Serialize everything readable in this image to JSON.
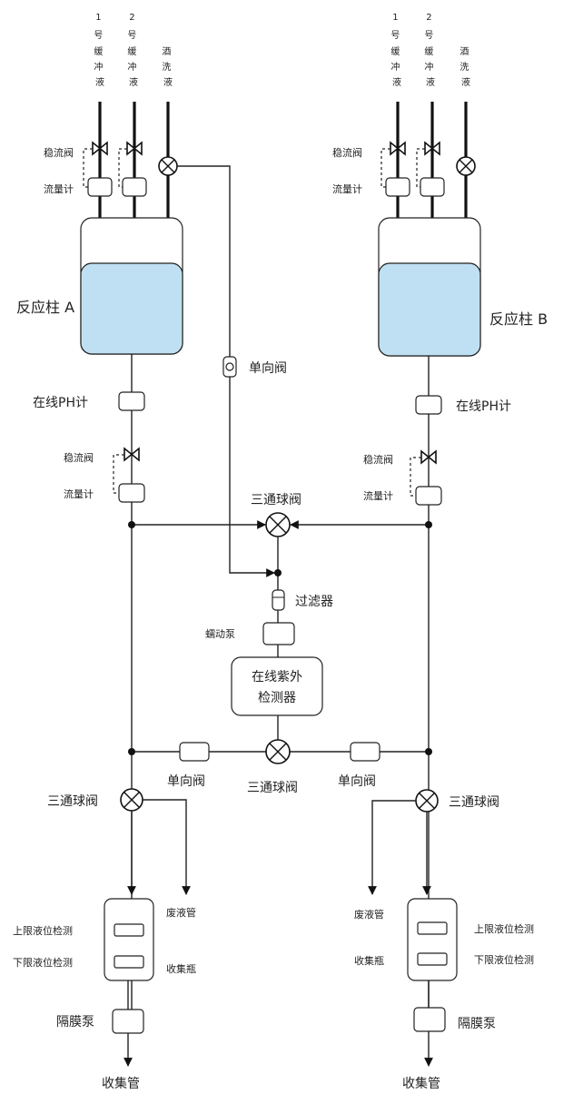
{
  "reactor_a": {
    "inlets": [
      {
        "chars": [
          "1",
          "号",
          "缓",
          "冲",
          "液"
        ]
      },
      {
        "chars": [
          "2",
          "号",
          "缓",
          "冲",
          "液"
        ]
      },
      {
        "chars": [
          "酒",
          "洗",
          "液"
        ]
      }
    ],
    "stabilizer_label": "稳流阀",
    "flowmeter_label": "流量计",
    "column_label": "反应柱 A",
    "ph_label": "在线PH计",
    "stabilizer2_label": "稳流阀",
    "flowmeter2_label": "流量计",
    "bottom_valve_label": "三通球阀",
    "waste_label": "废液管",
    "collect_bottle_label": "收集瓶",
    "upper_label": "上限液位检测",
    "lower_label": "下限液位检测",
    "pump_label": "隔膜泵",
    "outlet_label": "收集管"
  },
  "reactor_b": {
    "inlets": [
      {
        "chars": [
          "1",
          "号",
          "缓",
          "冲",
          "液"
        ]
      },
      {
        "chars": [
          "2",
          "号",
          "缓",
          "冲",
          "液"
        ]
      },
      {
        "chars": [
          "酒",
          "洗",
          "液"
        ]
      }
    ],
    "stabilizer_label": "稳流阀",
    "flowmeter_label": "流量计",
    "column_label": "反应柱 B",
    "ph_label": "在线PH计",
    "stabilizer2_label": "稳流阀",
    "flowmeter2_label": "流量计",
    "bottom_valve_label": "三通球阀",
    "waste_label": "废液管",
    "collect_bottle_label": "收集瓶",
    "upper_label": "上限液位检测",
    "lower_label": "下限液位检测",
    "pump_label": "隔膜泵",
    "outlet_label": "收集管"
  },
  "center": {
    "check_valve_top_label": "单向阀",
    "top_valve_label": "三通球阀",
    "filter_label": "过滤器",
    "peristaltic_pump_label": "蠕动泵",
    "uv_detector_line1": "在线紫外",
    "uv_detector_line2": "检测器",
    "mid_valve_label": "三通球阀",
    "check_valve_left_label": "单向阀",
    "check_valve_right_label": "单向阀"
  },
  "colors": {
    "liquid": "#bfe0f2",
    "line": "#222222"
  }
}
